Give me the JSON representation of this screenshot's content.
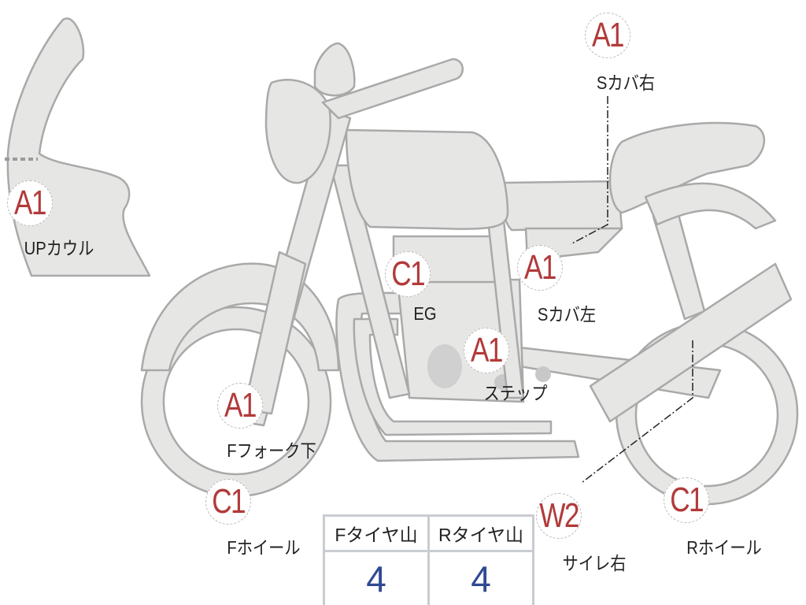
{
  "colors": {
    "part_fill": "#e6e6e5",
    "part_stroke": "#a9a9a9",
    "code": "#b23a3a",
    "value": "#2f4a93"
  },
  "markers": [
    {
      "code": "A1",
      "label": "UPカウル"
    },
    {
      "code": "A1",
      "label": "Sカバ右"
    },
    {
      "code": "C1",
      "label": "EG"
    },
    {
      "code": "A1",
      "label": "Sカバ左"
    },
    {
      "code": "A1",
      "label": "ステップ"
    },
    {
      "code": "A1",
      "label": "Fフォーク下"
    },
    {
      "code": "C1",
      "label": "Fホイール"
    },
    {
      "code": "W2",
      "label": "サイレ右"
    },
    {
      "code": "C1",
      "label": "Rホイール"
    }
  ],
  "tire_table": {
    "headers": [
      "Fタイヤ山",
      "Rタイヤ山"
    ],
    "values": [
      "4",
      "4"
    ]
  }
}
